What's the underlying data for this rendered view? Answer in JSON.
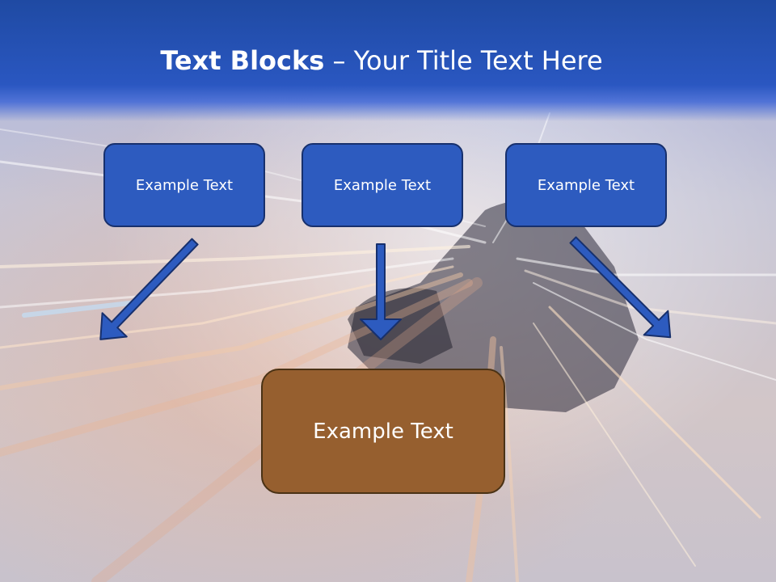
{
  "title": {
    "bold": "Text Blocks",
    "rest": " – Your Title Text Here"
  },
  "boxes": {
    "top": [
      {
        "label": "Example Text"
      },
      {
        "label": "Example Text"
      },
      {
        "label": "Example Text"
      }
    ],
    "bottom": {
      "label": "Example Text"
    }
  },
  "colors": {
    "title_band": "#2a57c1",
    "top_box_fill": "#2d5bbf",
    "top_box_border": "#17306d",
    "bottom_box_fill": "#965f2f",
    "bottom_box_border": "#4a3215",
    "arrow_fill": "#2d5bbf",
    "arrow_stroke": "#17306d"
  }
}
